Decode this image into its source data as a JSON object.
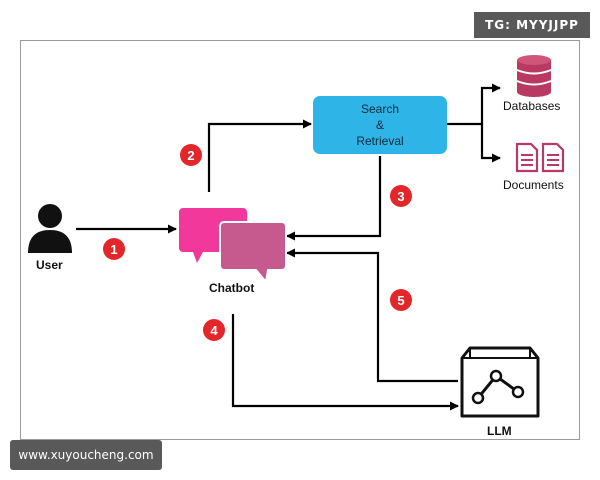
{
  "watermarks": {
    "top": "TG: MYYJJPP",
    "bottom": "www.xuyoucheng.com"
  },
  "nodes": {
    "user": "User",
    "chatbot": "Chatbot",
    "search": [
      "Search",
      "&",
      "Retrieval"
    ],
    "databases": "Databases",
    "documents": "Documents",
    "llm": "LLM"
  },
  "steps": [
    "1",
    "2",
    "3",
    "4",
    "5"
  ],
  "colors": {
    "search_box": "#2eb4e6",
    "step_badge": "#e3262a",
    "chat_front": "#f2389a",
    "chat_back": "#c65a8e",
    "database": "#b83a63",
    "documents": "#b83a63"
  }
}
